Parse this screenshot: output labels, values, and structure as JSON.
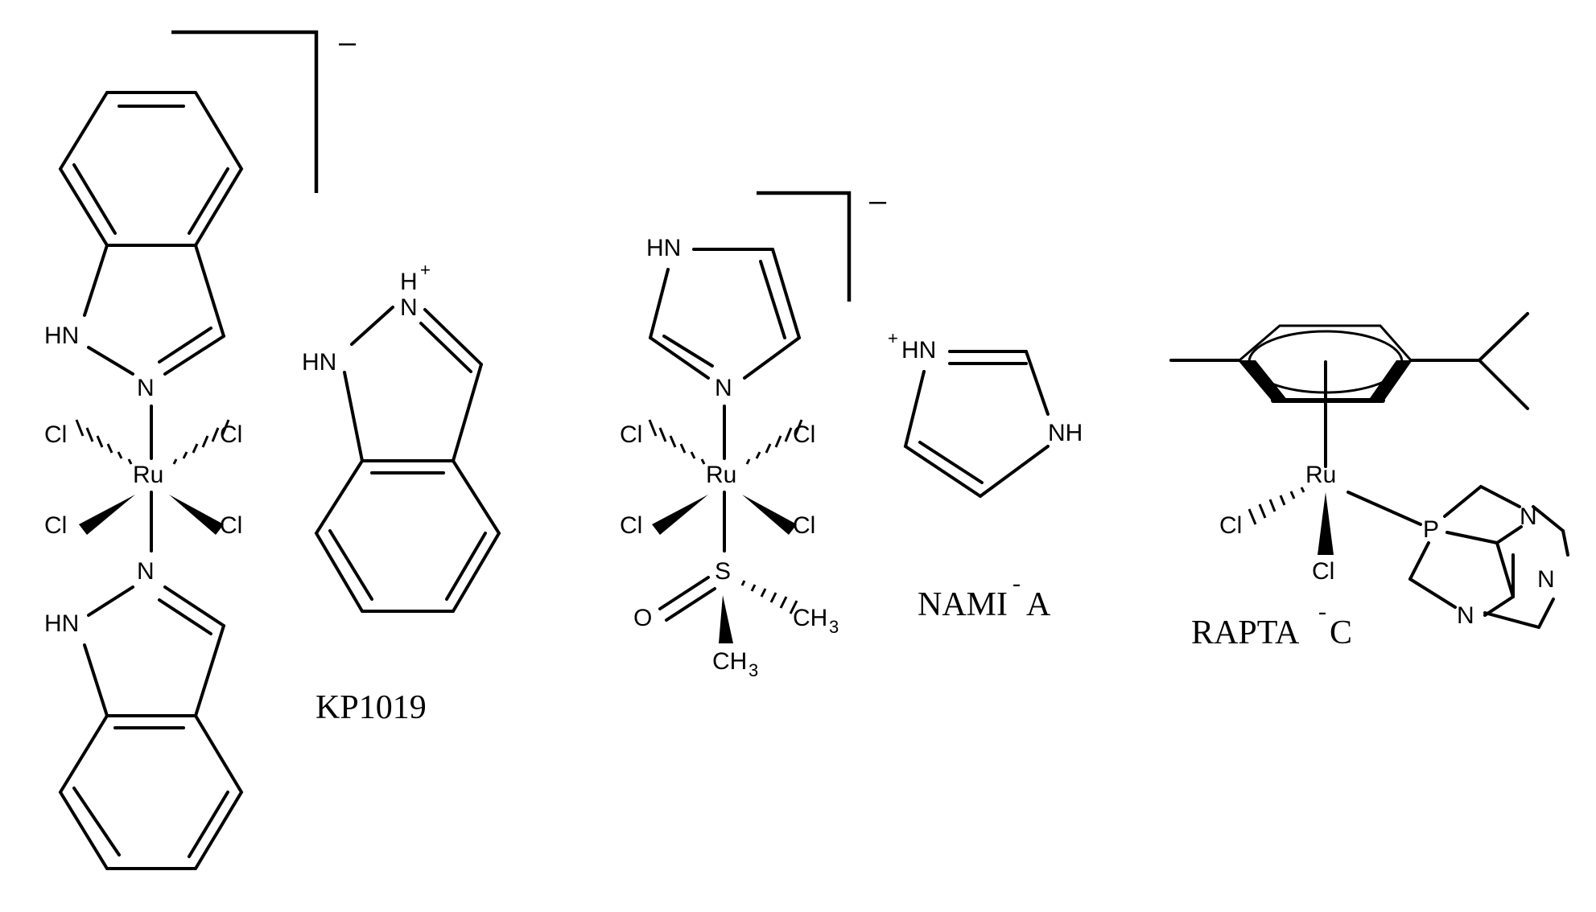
{
  "compounds": {
    "kp1019": {
      "name": "KP1019",
      "metal": "Ru",
      "ligand_atoms": {
        "cl": "Cl",
        "n": "N",
        "hn": "HN",
        "h": "H",
        "plus": "+"
      },
      "charge": "–"
    },
    "nami_a": {
      "name_left": "NAMI",
      "name_sup": "-",
      "name_right": "A",
      "metal": "Ru",
      "ligand_atoms": {
        "cl": "Cl",
        "n": "N",
        "hn": "HN",
        "nh": "NH",
        "s": "S",
        "o": "O",
        "ch3_c": "CH",
        "ch3_sub": "3",
        "plus": "+"
      },
      "charge": "–"
    },
    "rapta_c": {
      "name_left": "RAPTA",
      "name_sup": "-",
      "name_right": "C",
      "metal": "Ru",
      "ligand_atoms": {
        "cl": "Cl",
        "p": "P",
        "n": "N"
      }
    }
  }
}
